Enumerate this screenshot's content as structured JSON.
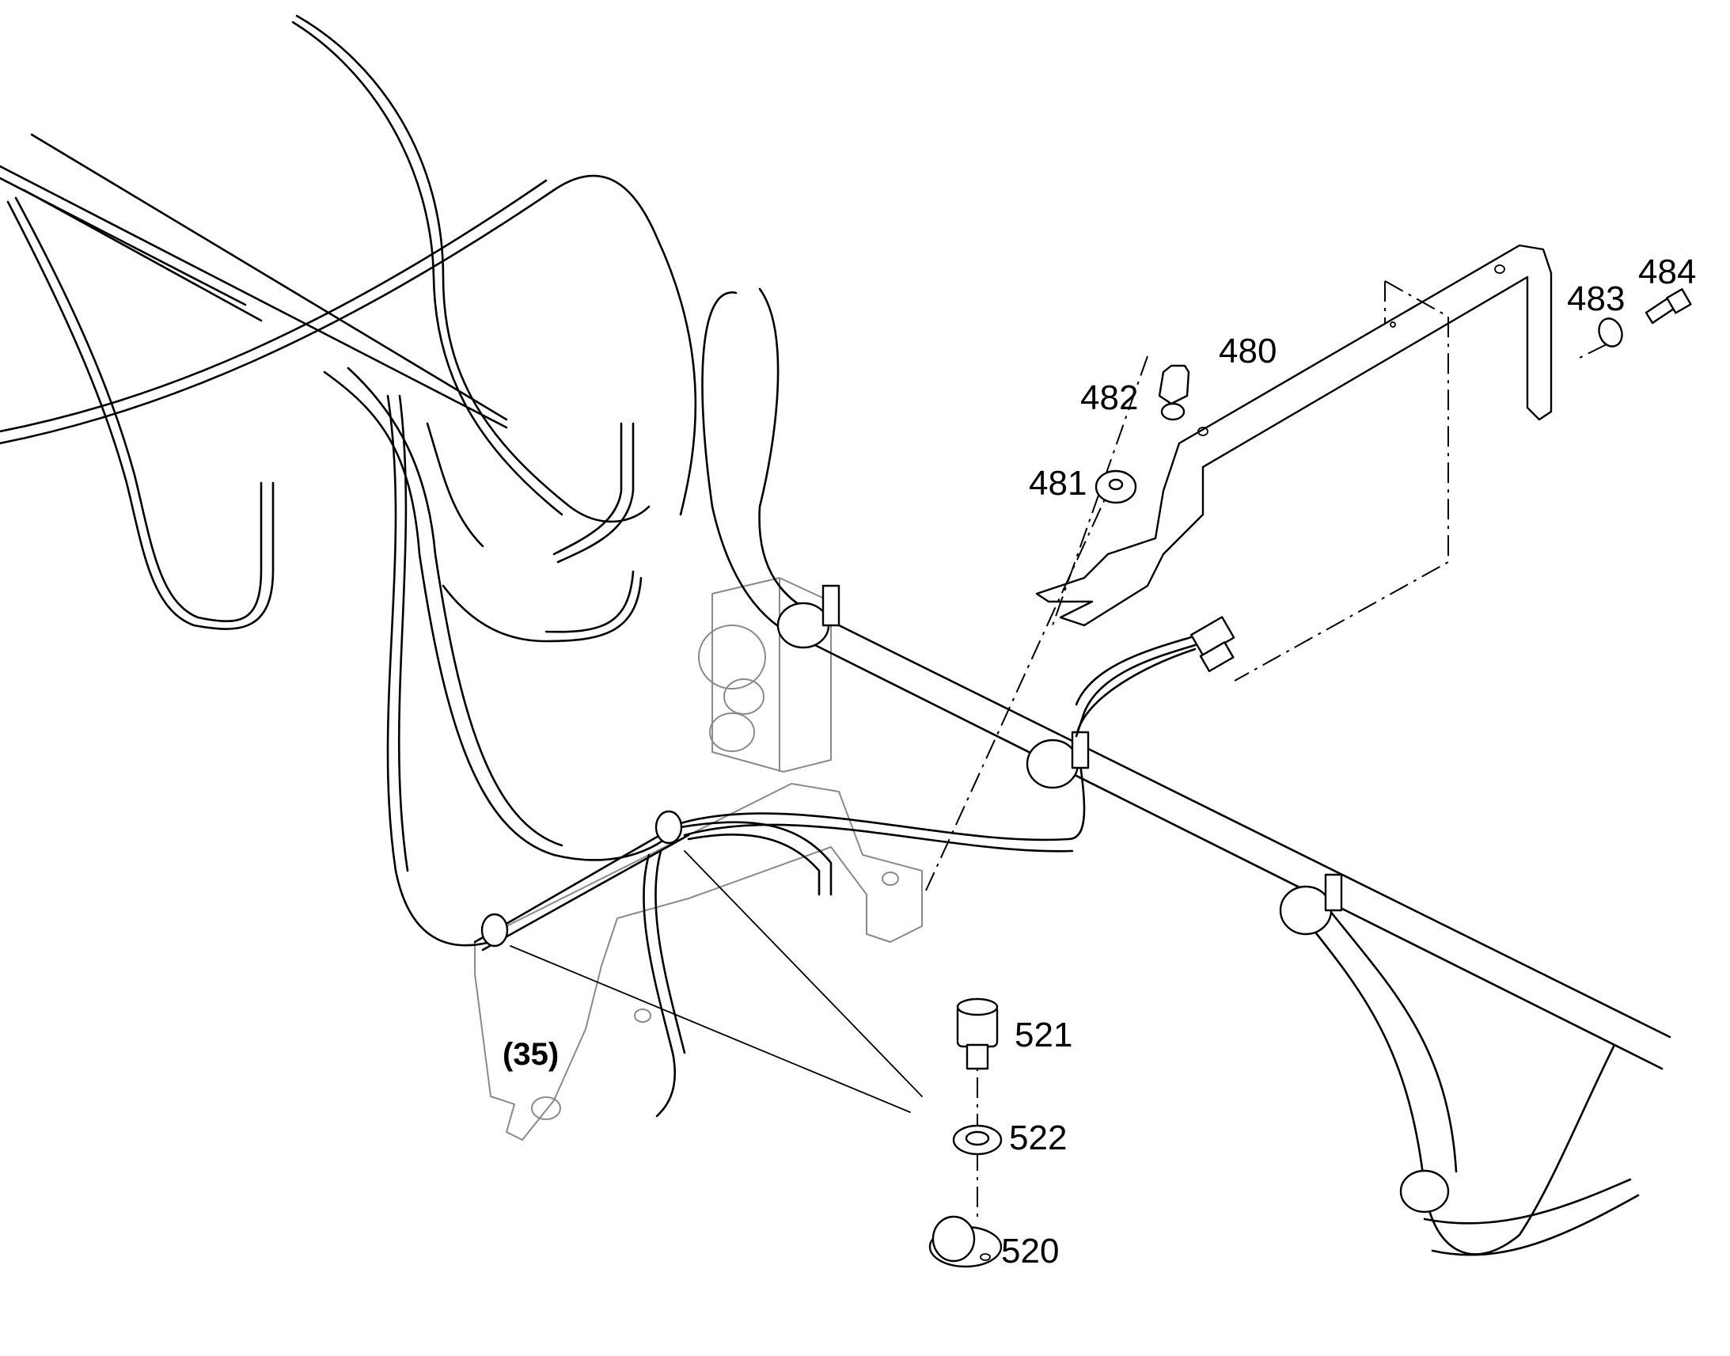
{
  "diagram": {
    "callouts": {
      "c480": "480",
      "c481": "481",
      "c482": "482",
      "c483": "483",
      "c484": "484",
      "c520": "520",
      "c521": "521",
      "c522": "522",
      "ref35": "(35)"
    },
    "colors": {
      "line": "#000000",
      "ghost": "#8a8a8a",
      "background": "#ffffff"
    }
  }
}
